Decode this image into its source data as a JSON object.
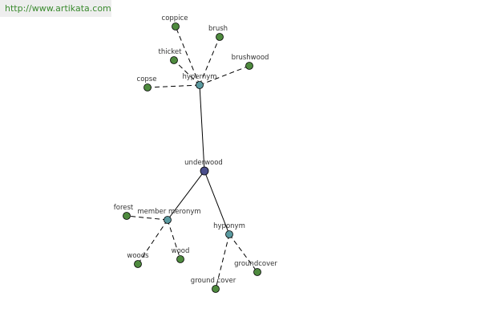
{
  "watermark": {
    "text": "http://www.artikata.com"
  },
  "colors": {
    "center": "#4b4f8c",
    "relation": "#5a9aa0",
    "leaf": "#4e8a3e",
    "watermark_bg": "#eeeeee",
    "watermark_text": "#3a8a2e"
  },
  "nodes": [
    {
      "id": "underwood",
      "label": "underwood",
      "kind": "center"
    },
    {
      "id": "hypernym",
      "label": "hypernym",
      "kind": "relation"
    },
    {
      "id": "member-meronym",
      "label": "member meronym",
      "kind": "relation"
    },
    {
      "id": "hyponym",
      "label": "hyponym",
      "kind": "relation"
    },
    {
      "id": "coppice",
      "label": "coppice",
      "kind": "leaf"
    },
    {
      "id": "brush",
      "label": "brush",
      "kind": "leaf"
    },
    {
      "id": "thicket",
      "label": "thicket",
      "kind": "leaf"
    },
    {
      "id": "brushwood",
      "label": "brushwood",
      "kind": "leaf"
    },
    {
      "id": "copse",
      "label": "copse",
      "kind": "leaf"
    },
    {
      "id": "forest",
      "label": "forest",
      "kind": "leaf"
    },
    {
      "id": "woods",
      "label": "woods",
      "kind": "leaf"
    },
    {
      "id": "wood",
      "label": "wood",
      "kind": "leaf"
    },
    {
      "id": "ground-cover",
      "label": "ground cover",
      "kind": "leaf"
    },
    {
      "id": "groundcover",
      "label": "groundcover",
      "kind": "leaf"
    }
  ],
  "edges": [
    {
      "from": "underwood",
      "to": "hypernym",
      "style": "solid"
    },
    {
      "from": "underwood",
      "to": "member-meronym",
      "style": "solid"
    },
    {
      "from": "underwood",
      "to": "hyponym",
      "style": "solid"
    },
    {
      "from": "hypernym",
      "to": "coppice",
      "style": "dashed"
    },
    {
      "from": "hypernym",
      "to": "brush",
      "style": "dashed"
    },
    {
      "from": "hypernym",
      "to": "thicket",
      "style": "dashed"
    },
    {
      "from": "hypernym",
      "to": "brushwood",
      "style": "dashed"
    },
    {
      "from": "hypernym",
      "to": "copse",
      "style": "dashed"
    },
    {
      "from": "member-meronym",
      "to": "forest",
      "style": "dashed"
    },
    {
      "from": "member-meronym",
      "to": "woods",
      "style": "dashed"
    },
    {
      "from": "member-meronym",
      "to": "wood",
      "style": "dashed"
    },
    {
      "from": "hyponym",
      "to": "ground-cover",
      "style": "dashed"
    },
    {
      "from": "hyponym",
      "to": "groundcover",
      "style": "dashed"
    }
  ]
}
